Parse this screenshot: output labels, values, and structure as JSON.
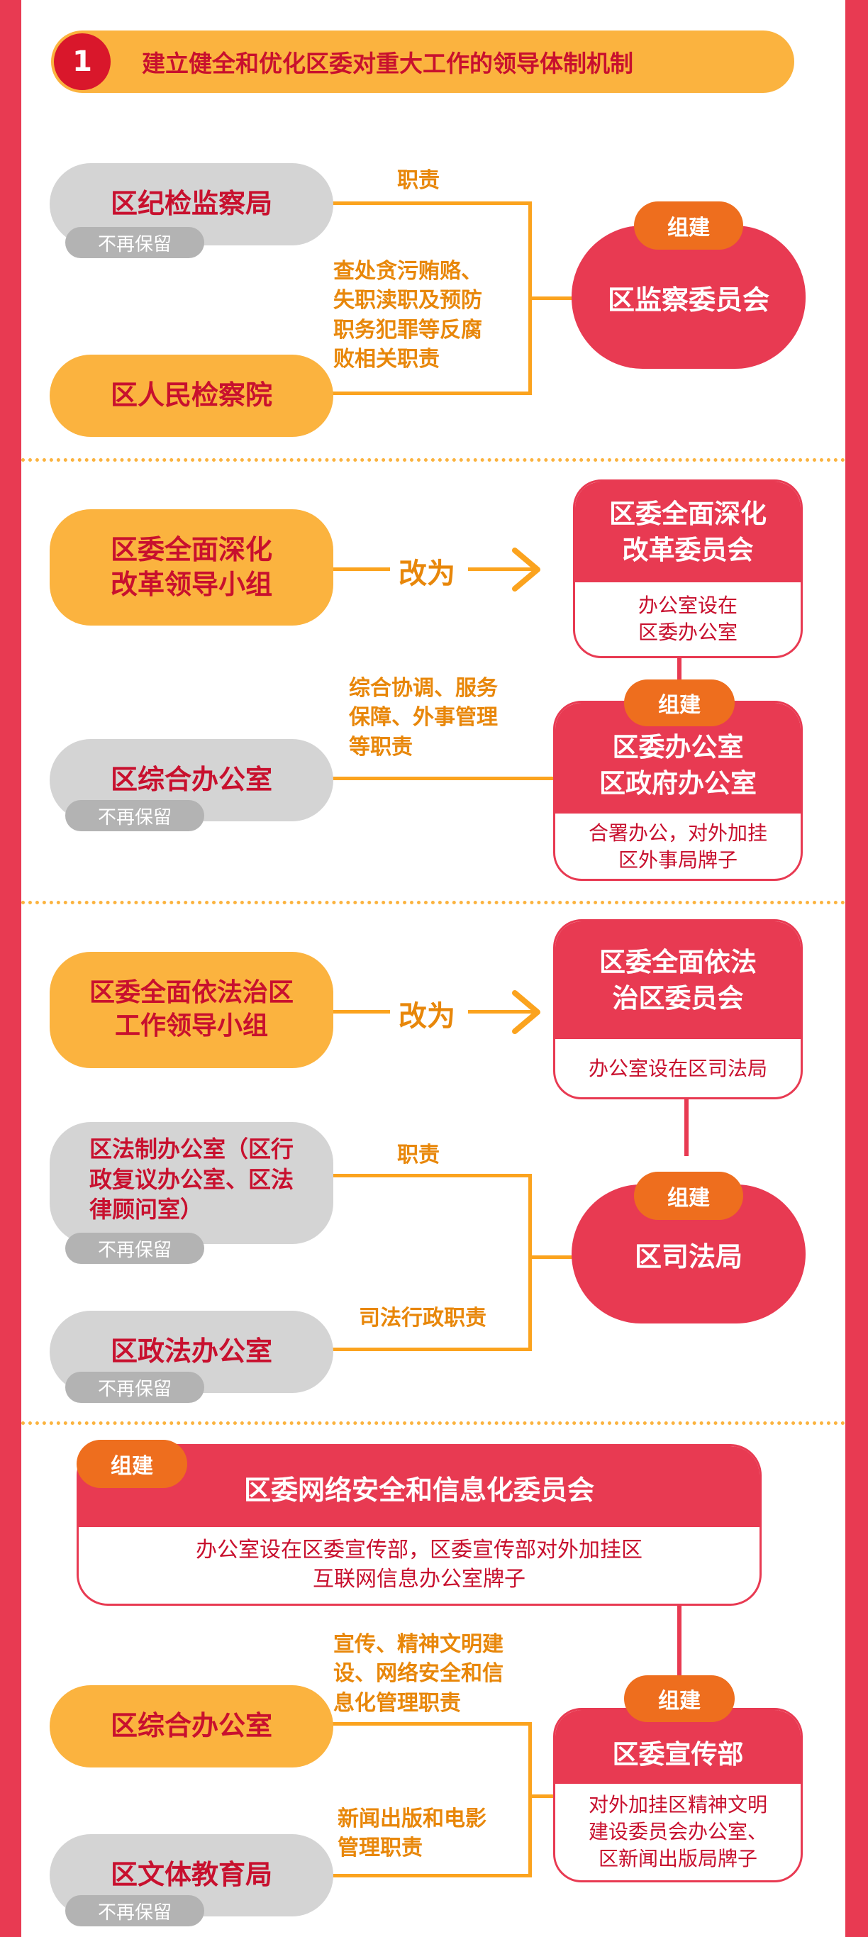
{
  "header": {
    "number": "1",
    "title": "建立健全和优化区委对重大工作的领导体制机制"
  },
  "common": {
    "no_keep": "不再保留",
    "build": "组建",
    "change_to": "改为"
  },
  "section1": {
    "left_top": "区纪检监察局",
    "left_bottom": "区人民检察院",
    "label_top": "职责",
    "label_middle": [
      "查处贪污贿赂、",
      "失职渎职及预防",
      "职务犯罪等反腐",
      "败相关职责"
    ],
    "target": "区监察委员会"
  },
  "section2": {
    "left_top": [
      "区委全面深化",
      "改革领导小组"
    ],
    "target_top_title": [
      "区委全面深化",
      "改革委员会"
    ],
    "target_top_note": [
      "办公室设在",
      "区委办公室"
    ],
    "left_bottom": "区综合办公室",
    "label_bottom": [
      "综合协调、服务",
      "保障、外事管理",
      "等职责"
    ],
    "target_bottom_title": [
      "区委办公室",
      "区政府办公室"
    ],
    "target_bottom_note": [
      "合署办公，对外加挂",
      "区外事局牌子"
    ]
  },
  "section3": {
    "left_top": [
      "区委全面依法治区",
      "工作领导小组"
    ],
    "target_top_title": [
      "区委全面依法",
      "治区委员会"
    ],
    "target_top_note": "办公室设在区司法局",
    "left_middle": [
      "区法制办公室（区行",
      "政复议办公室、区法",
      "律顾问室）"
    ],
    "label_middle": "职责",
    "left_bottom": "区政法办公室",
    "label_bottom": "司法行政职责",
    "target": "区司法局"
  },
  "section4": {
    "top_title": "区委网络安全和信息化委员会",
    "top_note": [
      "办公室设在区委宣传部，区委宣传部对外加挂区",
      "互联网信息办公室牌子"
    ],
    "left_top": "区综合办公室",
    "label_top": [
      "宣传、精神文明建",
      "设、网络安全和信",
      "息化管理职责"
    ],
    "left_bottom": "区文体教育局",
    "label_bottom": [
      "新闻出版和电影",
      "管理职责"
    ],
    "target_title": "区委宣传部",
    "target_note": [
      "对外加挂区精神文明",
      "建设委员会办公室、",
      "区新闻出版局牌子"
    ]
  },
  "colors": {
    "red": "#e83a52",
    "dark_red": "#c8102e",
    "yellow": "#fbb33f",
    "orange": "#ee6e1e",
    "gray": "#d4d4d4"
  }
}
